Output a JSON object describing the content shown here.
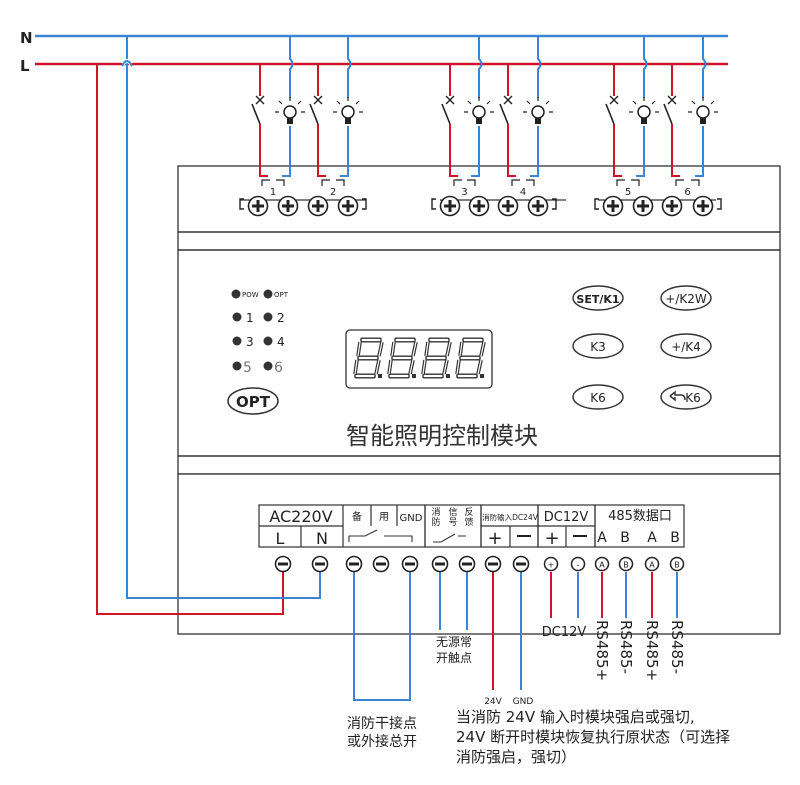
{
  "bus": {
    "n_label": "N",
    "l_label": "L"
  },
  "colors": {
    "neutral": "#3a86d4",
    "live": "#d0152a",
    "panel_line": "#333333"
  },
  "top_terminals": [
    {
      "group": "1-2",
      "labels": [
        "1",
        "2"
      ]
    },
    {
      "group": "3-4",
      "labels": [
        "3",
        "4"
      ]
    },
    {
      "group": "5-6",
      "labels": [
        "5",
        "6"
      ]
    }
  ],
  "indicators": {
    "pow": "POW",
    "opt": "OPT",
    "c1": "1",
    "c2": "2",
    "c3": "3",
    "c4": "4",
    "c5": "5",
    "c6": "6"
  },
  "display": {
    "digits": "8.8.8.8."
  },
  "buttons": {
    "opt": "OPT",
    "set": "SET/K1",
    "k2w": "+/K2W",
    "k3": "K3",
    "k4": "+/K4",
    "k6": "K6",
    "back_k6": "K6"
  },
  "module_title": "智能照明控制模块",
  "bottom_header": {
    "ac": "AC220V",
    "l": "L",
    "n": "N",
    "c1": "备",
    "c2": "用",
    "gnd": "GND",
    "fb": [
      "消",
      "防",
      "信",
      "号",
      "反",
      "馈"
    ],
    "fire_in": "消防输入DC24V",
    "dc": "DC12V",
    "rs": "485数据口",
    "a1": "A",
    "b1": "B",
    "a2": "A",
    "b2": "B"
  },
  "annotations": {
    "dry_contact": [
      "无源常",
      "开触点"
    ],
    "dc12v": "DC12V",
    "rs": [
      "RS485+",
      "RS485-",
      "RS485+",
      "RS485-"
    ],
    "v24": "24V",
    "gnd": "GND",
    "fire_dry": [
      "消防干接点",
      "或外接总开"
    ],
    "note": [
      "当消防 24V 输入时模块强启或强切,",
      "24V 断开时模块恢复执行原状态（可选择",
      "消防强启，强切）"
    ]
  }
}
